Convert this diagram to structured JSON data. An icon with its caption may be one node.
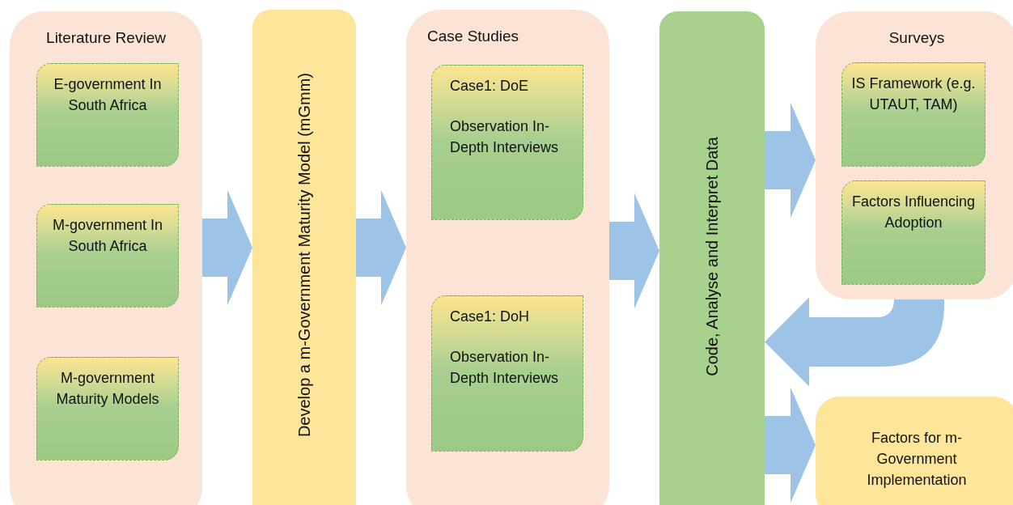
{
  "diagram": {
    "nodes": [
      {
        "text": [
          "Literature Review"
        ]
      },
      {
        "text": [
          "E-government In South Africa"
        ],
        "in": 0
      },
      {
        "text": [
          "M-government In South Africa"
        ],
        "in": 0
      },
      {
        "text": [
          "M-government Maturity Models"
        ],
        "in": 0
      },
      {
        "text": [
          "Develop a m-Government Maturity Model (mGmm)"
        ]
      },
      {
        "text": [
          "Case Studies"
        ]
      },
      {
        "text": [
          "Case1: DoE",
          "Observation In-Depth Interviews"
        ],
        "in": 5
      },
      {
        "text": [
          "Case1: DoH",
          "Observation In-Depth Interviews"
        ],
        "in": 5
      },
      {
        "text": [
          "Code, Analyse and Interpret Data"
        ]
      },
      {
        "text": [
          "Surveys"
        ]
      },
      {
        "text": [
          "IS Framework (e.g. UTAUT, TAM)"
        ],
        "in": 9
      },
      {
        "text": [
          "Factors Influencing Adoption"
        ],
        "in": 9
      },
      {
        "text": [
          "Factors for m-Government Implementation"
        ]
      }
    ],
    "edges": [
      {
        "from": 0,
        "to": 4,
        "arrow": "to",
        "style": "thick"
      },
      {
        "from": 4,
        "to": 5,
        "arrow": "to",
        "style": "thick"
      },
      {
        "from": 5,
        "to": 8,
        "arrow": "to",
        "style": "thick"
      },
      {
        "from": 8,
        "to": 9,
        "arrow": "to",
        "style": "thick"
      },
      {
        "from": 9,
        "to": 8,
        "arrow": "to",
        "style": "thick"
      },
      {
        "from": 8,
        "to": 12,
        "arrow": "to",
        "style": "thick"
      }
    ]
  }
}
